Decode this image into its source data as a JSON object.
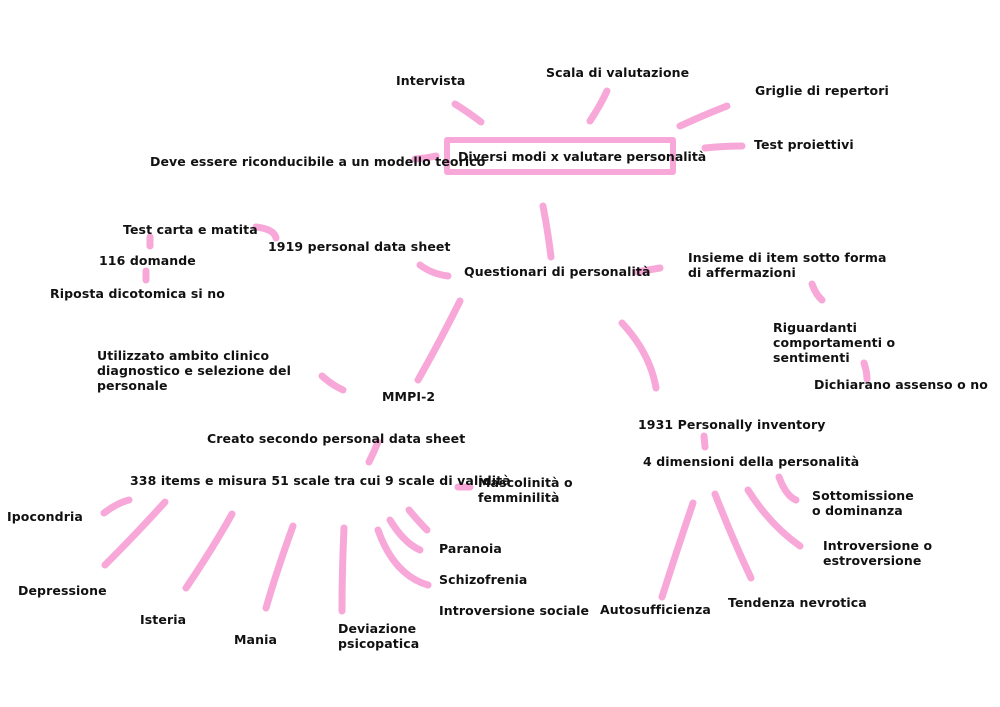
{
  "connector_color": "#f7a8d8",
  "central": "Diversi modi x valutare personalità",
  "top": {
    "intervista": "Intervista",
    "scala": "Scala di valutazione",
    "griglie": "Griglie di repertori",
    "proiettivi": "Test proiettivi",
    "modello": "Deve essere riconducibile a un modello teorico"
  },
  "questionari": {
    "title": "Questionari di personalità",
    "insieme": "Insieme di item sotto forma di affermazioni",
    "riguardanti": "Riguardanti comportamenti o sentimenti",
    "dichiarano": "Dichiarano assenso o no"
  },
  "history": {
    "sheet1919": "1919 personal data sheet",
    "carta": "Test carta e matita",
    "domande": "116 domande",
    "dicotomica": "Riposta dicotomica si no"
  },
  "mmpi": {
    "title": "MMPI-2",
    "utilizzato": "Utilizzato ambito clinico diagnostico e selezione del personale",
    "creato": "Creato secondo personal data sheet",
    "items": "338 items e misura 51 scale tra cui 9 scale di validità",
    "scales": {
      "mascolinita": "Mascolinità o femminilità",
      "ipocondria": "Ipocondria",
      "depressione": "Depressione",
      "isteria": "Isteria",
      "mania": "Mania",
      "deviazione": "Deviazione psicopatica",
      "paranoia": "Paranoia",
      "schizofrenia": "Schizofrenia",
      "introversione_sociale": "Introversione sociale"
    }
  },
  "inventory": {
    "title": "1931 Personally inventory",
    "dimensioni": "4 dimensioni della personalità",
    "sottomissione": "Sottomissione o dominanza",
    "introversione": "Introversione o estroversione",
    "nevrotica": "Tendenza nevrotica",
    "autosufficienza": "Autosufficienza"
  }
}
